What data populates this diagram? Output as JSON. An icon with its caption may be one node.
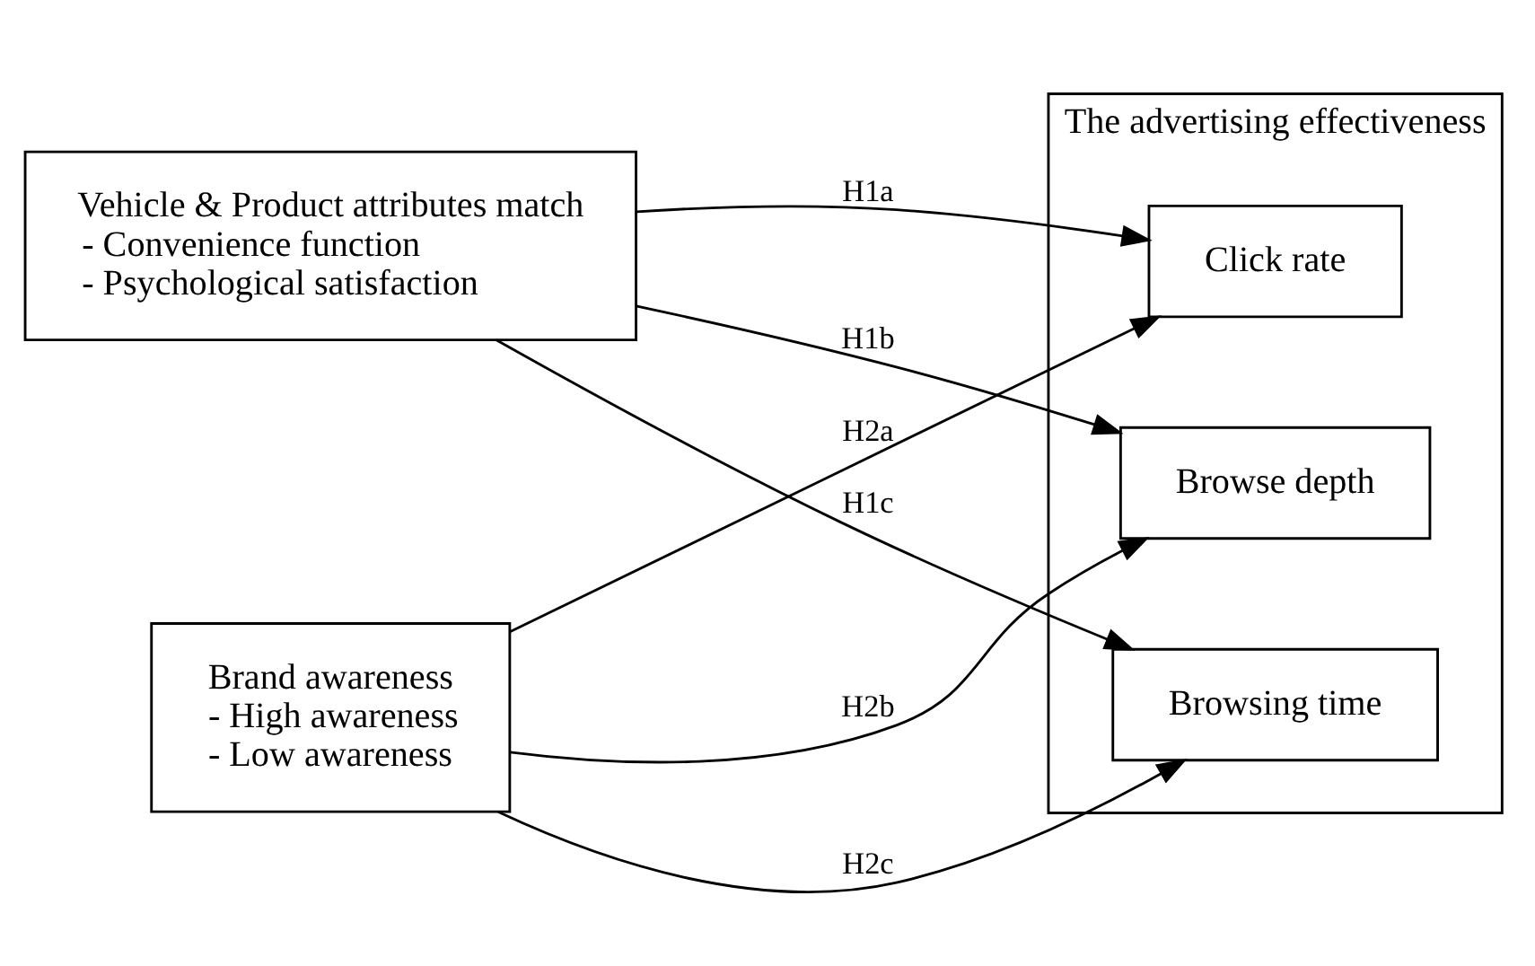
{
  "diagram": {
    "nodes": [
      {
        "text": [
          "Vehicle & Product attributes match",
          "- Convenience function",
          "- Psychological satisfaction"
        ]
      },
      {
        "text": [
          "Brand awareness",
          "- High awareness",
          "- Low awareness"
        ]
      },
      {
        "text": [
          "The advertising effectiveness"
        ]
      },
      {
        "text": [
          "Click rate"
        ],
        "in": 2
      },
      {
        "text": [
          "Browse depth"
        ],
        "in": 2
      },
      {
        "text": [
          "Browsing time"
        ],
        "in": 2
      }
    ],
    "edges": [
      {
        "from": 0,
        "to": 3,
        "arrow": "to",
        "label": "H1a"
      },
      {
        "from": 0,
        "to": 4,
        "arrow": "to",
        "label": "H1b"
      },
      {
        "from": 0,
        "to": 5,
        "arrow": "to",
        "label": "H1c"
      },
      {
        "from": 1,
        "to": 3,
        "arrow": "to",
        "label": "H2a"
      },
      {
        "from": 1,
        "to": 4,
        "arrow": "to",
        "label": "H2b"
      },
      {
        "from": 1,
        "to": 5,
        "arrow": "to",
        "label": "H2c"
      }
    ]
  }
}
